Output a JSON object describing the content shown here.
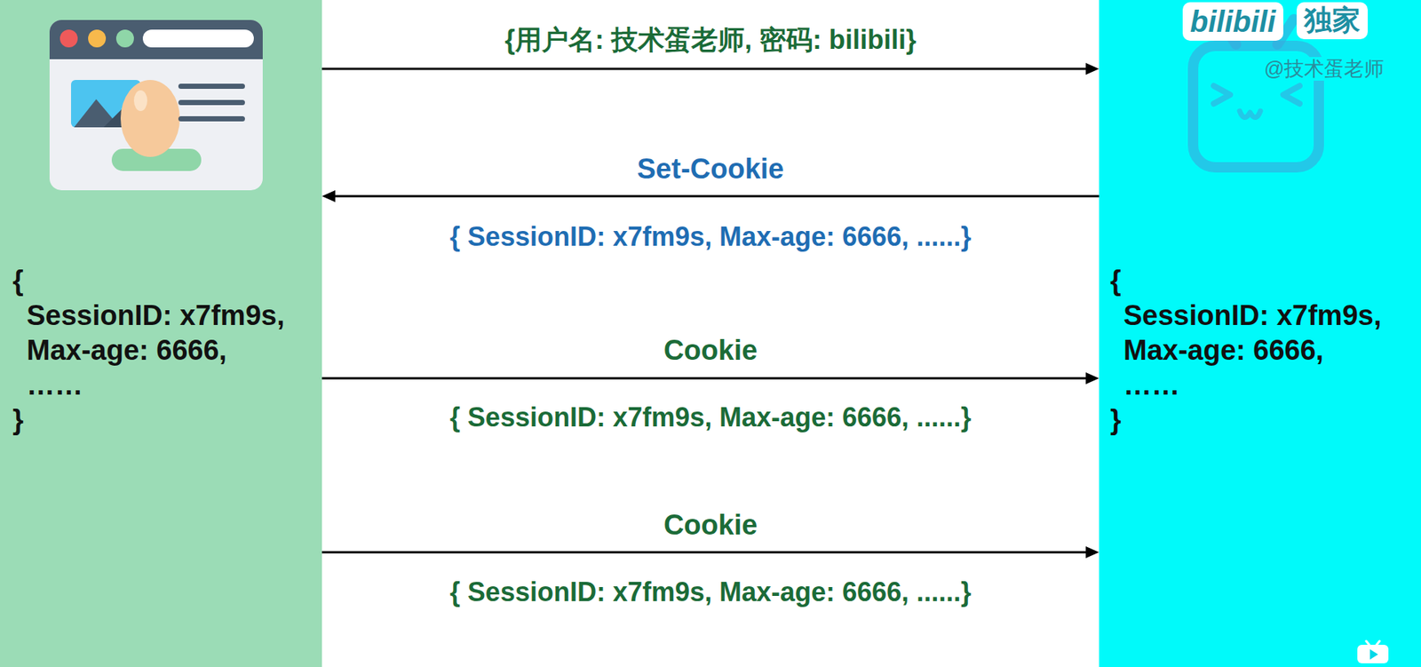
{
  "diagram": {
    "nodes": [
      {
        "text": [
          "{",
          "SessionID: x7fm9s,",
          "Max-age: 6666,",
          "……",
          "}"
        ]
      },
      {
        "text": [
          "{",
          "SessionID: x7fm9s,",
          "Max-age: 6666,",
          "……",
          "}"
        ]
      }
    ],
    "edges": [
      {
        "from": 0,
        "to": 1,
        "arrow": "to",
        "label": "{用户名: 技术蛋老师, 密码: bilibili}"
      },
      {
        "from": 1,
        "to": 0,
        "arrow": "to",
        "label": "Set-Cookie"
      },
      {
        "from": 0,
        "to": 1,
        "arrow": "to",
        "label": "Cookie"
      },
      {
        "from": 0,
        "to": 1,
        "arrow": "to",
        "label": "Cookie"
      }
    ],
    "labels": [
      "{ SessionID: x7fm9s, Max-age: 6666, ......}",
      "{ SessionID: x7fm9s, Max-age: 6666, ......}",
      "{ SessionID: x7fm9s, Max-age: 6666, ......}",
      "bilibili",
      "独家",
      "@技术蛋老师"
    ]
  }
}
